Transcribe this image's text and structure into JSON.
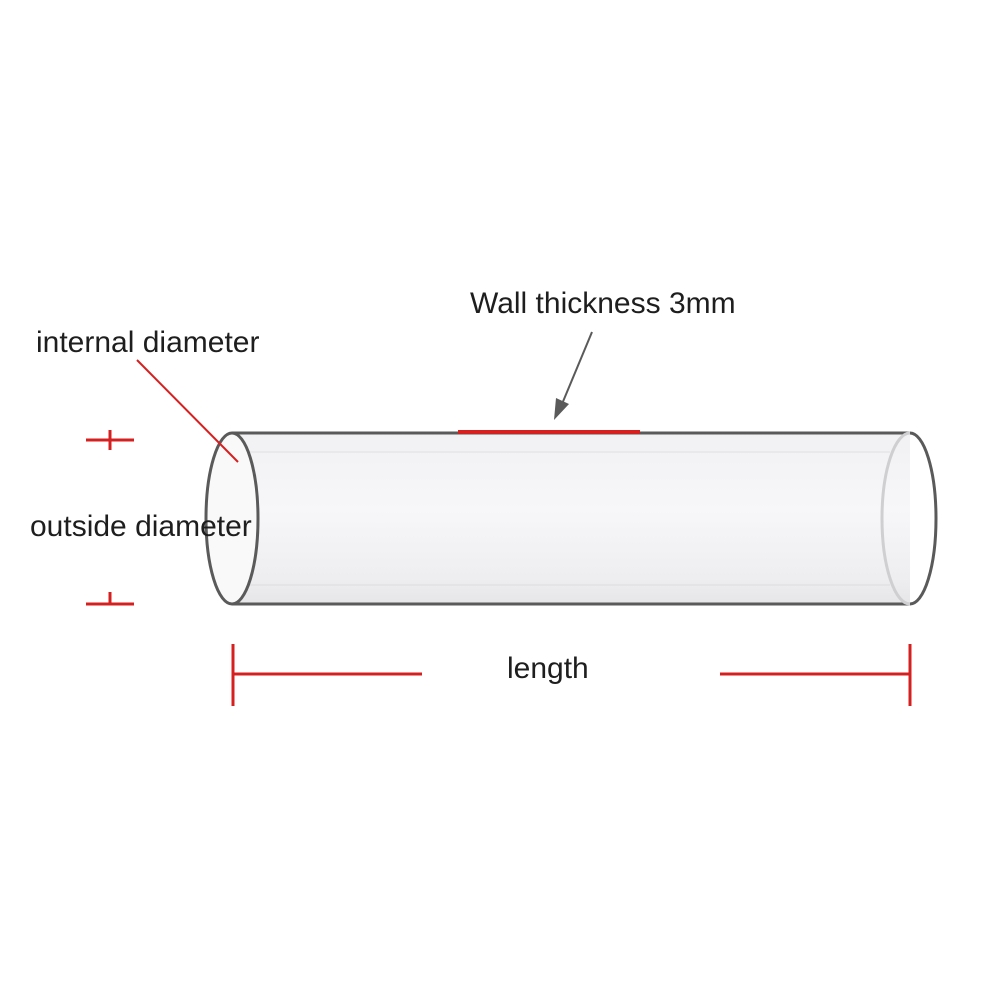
{
  "labels": {
    "wall_thickness": "Wall thickness 3mm",
    "internal_diameter": "internal diameter",
    "outside_diameter": "outside diameter",
    "length": "length"
  },
  "colors": {
    "tube_outline": "#5a5a5a",
    "dimension_red": "#d62020",
    "leader_line": "#5a5a5a",
    "tube_fill": "#f4f4f6"
  }
}
